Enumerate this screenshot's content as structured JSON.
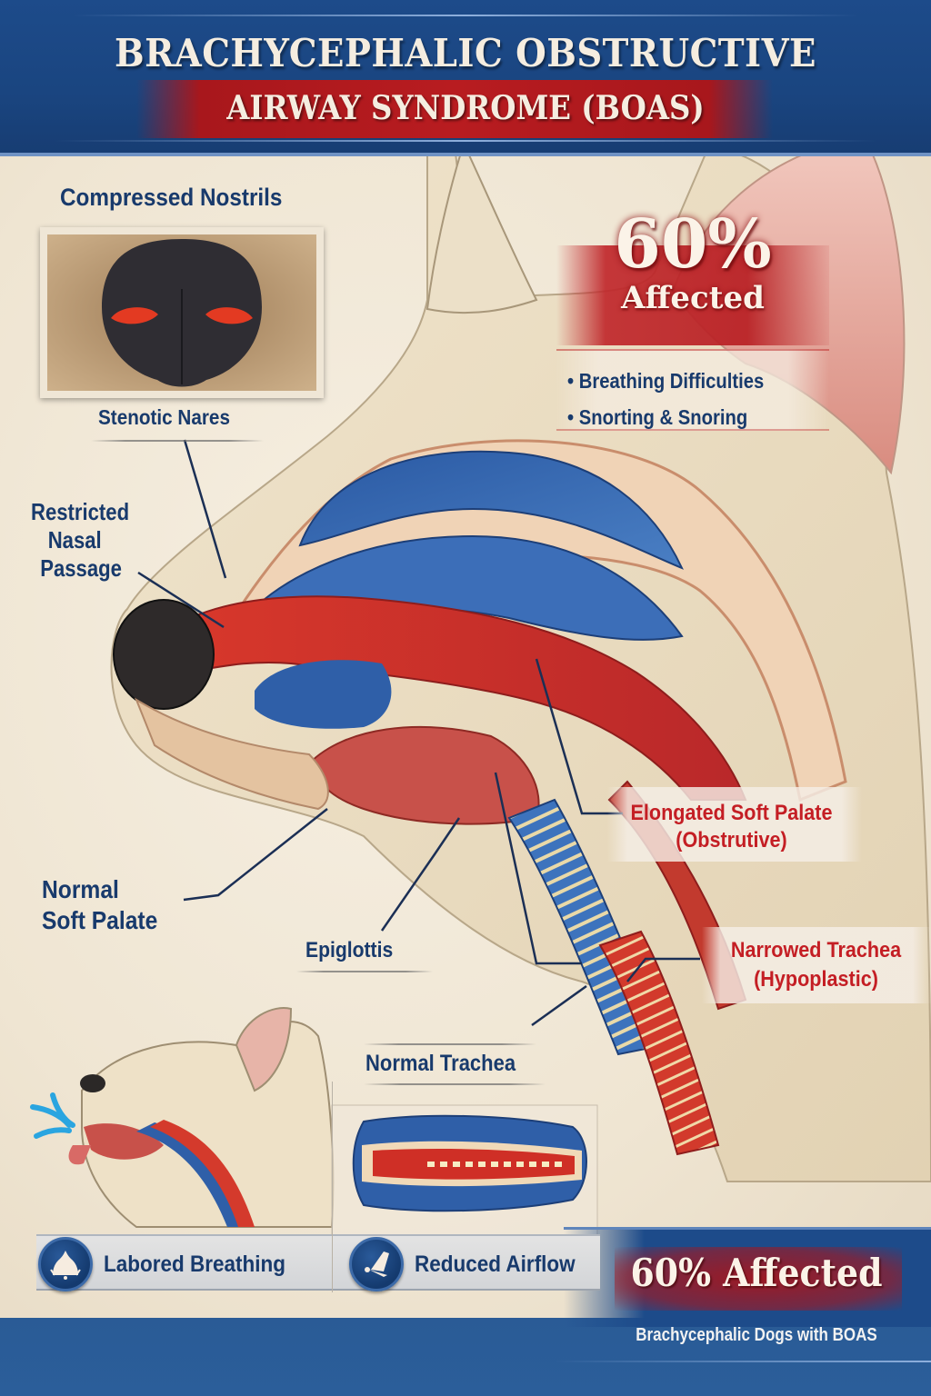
{
  "header": {
    "title_line1": "BRACHYCEPHALIC OBSTRUCTIVE",
    "title_line2": "AIRWAY SYNDROME (BOAS)"
  },
  "nostril_inset": {
    "title": "Compressed Nostrils",
    "caption": "Stenotic Nares"
  },
  "stat_card": {
    "percent": "60%",
    "label": "Affected",
    "bullets": [
      "Breathing Difficulties",
      "Snorting & Snoring"
    ]
  },
  "anatomy_labels": {
    "restricted_nasal_passage": [
      "Restricted",
      "Nasal",
      "Passage"
    ],
    "normal_soft_palate": [
      "Normal",
      "Soft Palate"
    ],
    "epiglottis": "Epiglottis",
    "normal_trachea": "Normal Trachea",
    "elongated_soft_palate": [
      "Elongated Soft Palate",
      "(Obstrutive)"
    ],
    "narrowed_trachea": [
      "Narrowed Trachea",
      "(Hypoplastic)"
    ]
  },
  "features": [
    {
      "label": "Labored Breathing",
      "icon": "lungs-icon"
    },
    {
      "label": "Reduced Airflow",
      "icon": "airflow-icon"
    }
  ],
  "footer": {
    "stat": "60% Affected",
    "caption": "Brachycephalic Dogs with BOAS"
  },
  "colors": {
    "header_blue": "#1d4b8a",
    "accent_red": "#b81c20",
    "label_navy": "#183a6c",
    "parchment": "#f1e8d8",
    "airway_blue": "#2f5fa8",
    "tissue_red": "#cf3a2e"
  }
}
